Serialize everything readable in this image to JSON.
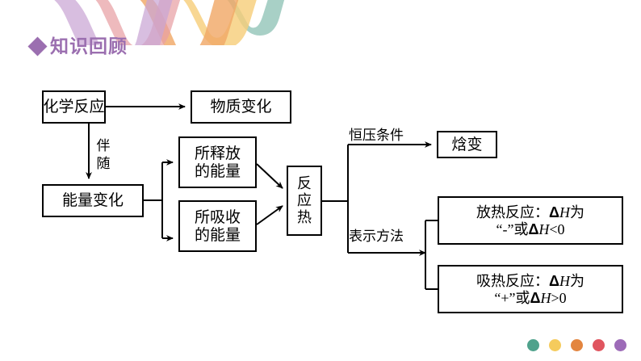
{
  "slide": {
    "title": "知识回顾",
    "title_bullet": "diamond-bullet",
    "accent_color": "#9b6fb0",
    "background_color": "#ffffff"
  },
  "header_decoration": {
    "name": "wave-ribbons",
    "colors": [
      "#c9a5d4",
      "#e79fa3",
      "#f0a868",
      "#f6cd78",
      "#8fc3b6"
    ]
  },
  "diagram": {
    "type": "flowchart",
    "nodes": [
      {
        "id": "chemical_reaction",
        "label": "化学反应",
        "lines": [
          "化学反应"
        ]
      },
      {
        "id": "substance_change",
        "label": "物质变化",
        "lines": [
          "物质变化"
        ]
      },
      {
        "id": "energy_change",
        "label": "能量变化",
        "lines": [
          "能量变化"
        ]
      },
      {
        "id": "released_energy",
        "label": "所释放的能量",
        "lines": [
          "所释放",
          "的能量"
        ]
      },
      {
        "id": "absorbed_energy",
        "label": "所吸收的能量",
        "lines": [
          "所吸收",
          "的能量"
        ]
      },
      {
        "id": "reaction_heat",
        "label": "反应热",
        "lines": [
          "反",
          "应",
          "热"
        ]
      },
      {
        "id": "enthalpy_change",
        "label": "焓变",
        "lines": [
          "焓变"
        ]
      },
      {
        "id": "exothermic",
        "label": "放热反应：ΔH为“-”或ΔH<0",
        "lines": [
          "放热反应：",
          "“-”或",
          "ΔH为",
          "ΔH<0"
        ]
      },
      {
        "id": "endothermic",
        "label": "吸热反应：ΔH为“+”或ΔH>0",
        "lines": [
          "吸热反应：",
          "“+”或",
          "ΔH为",
          "ΔH>0"
        ]
      }
    ],
    "edge_labels": {
      "accompany": "伴随",
      "accompany_lines": [
        "伴",
        "随"
      ],
      "constant_pressure": "恒压条件",
      "expression_method": "表示方法"
    },
    "edges": [
      {
        "from": "chemical_reaction",
        "to": "substance_change",
        "label": ""
      },
      {
        "from": "chemical_reaction",
        "to": "energy_change",
        "label": "伴随"
      },
      {
        "from": "energy_change",
        "to": "released_energy",
        "label": ""
      },
      {
        "from": "energy_change",
        "to": "absorbed_energy",
        "label": ""
      },
      {
        "from": "released_energy",
        "to": "reaction_heat",
        "label": ""
      },
      {
        "from": "absorbed_energy",
        "to": "reaction_heat",
        "label": ""
      },
      {
        "from": "reaction_heat",
        "to": "enthalpy_change",
        "label": "恒压条件"
      },
      {
        "from": "reaction_heat",
        "to": "exothermic",
        "label": "表示方法"
      },
      {
        "from": "reaction_heat",
        "to": "endothermic",
        "label": "表示方法"
      }
    ]
  },
  "exothermic_text": {
    "line1_prefix": "放热反应：",
    "line1_delta": "Δ",
    "line1_h": "H",
    "line1_suffix": "为",
    "line2_quote_open": "“",
    "line2_sign": "-",
    "line2_quote_close": "”",
    "line2_or": "或",
    "line2_delta": "Δ",
    "line2_h": "H",
    "line2_rel": "<0"
  },
  "endothermic_text": {
    "line1_prefix": "吸热反应：",
    "line1_delta": "Δ",
    "line1_h": "H",
    "line1_suffix": "为",
    "line2_quote_open": "“",
    "line2_sign": "+",
    "line2_quote_close": "”",
    "line2_or": "或",
    "line2_delta": "Δ",
    "line2_h": "H",
    "line2_rel": ">0"
  },
  "footer_dots": {
    "name": "decorative-dots",
    "colors": [
      "#4fa28c",
      "#f5cb5c",
      "#e3853f",
      "#e0555f",
      "#9d6bb8"
    ]
  }
}
